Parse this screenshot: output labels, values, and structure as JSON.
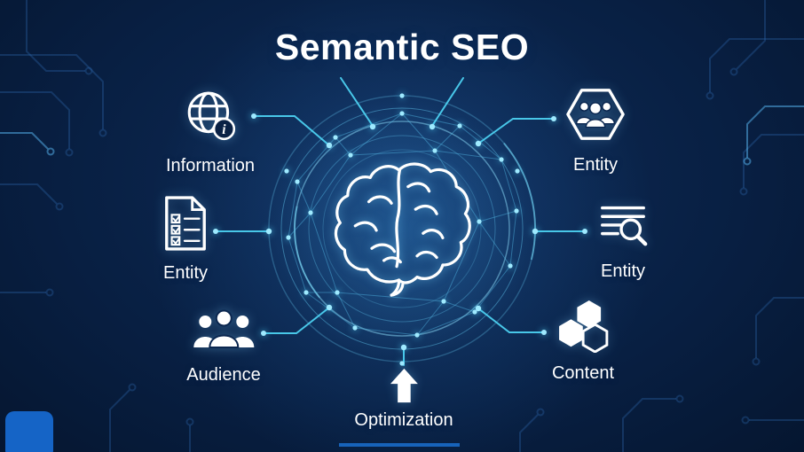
{
  "title": "Semantic SEO",
  "center": {
    "icon": "brain-icon"
  },
  "nodes": [
    {
      "id": "information",
      "label": "Information",
      "icon": "globe-info-icon"
    },
    {
      "id": "entity-people",
      "label": "Entity",
      "icon": "people-hexagon-icon"
    },
    {
      "id": "entity-checklist",
      "label": "Entity",
      "icon": "checklist-document-icon"
    },
    {
      "id": "entity-search",
      "label": "Entity",
      "icon": "search-results-icon"
    },
    {
      "id": "audience",
      "label": "Audience",
      "icon": "audience-people-icon"
    },
    {
      "id": "content",
      "label": "Content",
      "icon": "hexagons-icon"
    },
    {
      "id": "optimization",
      "label": "Optimization",
      "icon": "up-arrow-icon"
    }
  ],
  "icons": {
    "info_glyph": "i"
  },
  "colors": {
    "background_dark": "#071a38",
    "background_mid": "#0d2a52",
    "accent_cyan": "#4fd8f8",
    "node_dot": "#9feaff",
    "circuit_blue": "#2f68ab",
    "bright_blue": "#1668cf",
    "text_white": "#ffffff"
  }
}
